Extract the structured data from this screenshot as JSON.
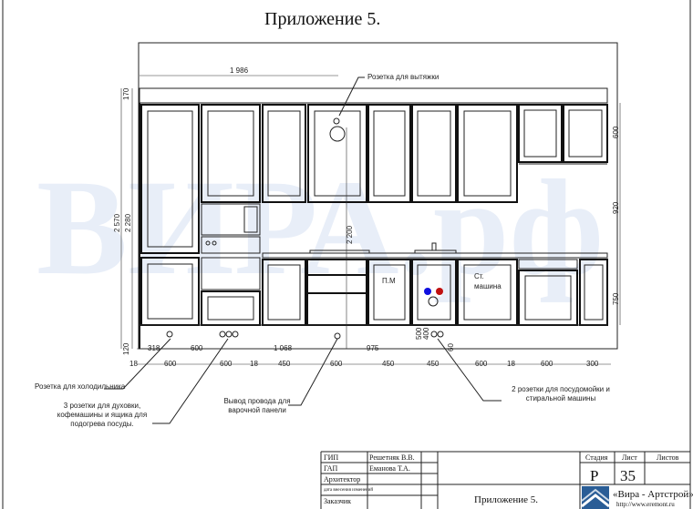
{
  "title": "Приложение 5.",
  "watermark": "ВИРА.рф",
  "callouts": {
    "hood_outlet": "Розетка для вытяжки",
    "fridge_outlet": "Розетка для холодильника",
    "oven_outlets": [
      "3 розетки для духовки,",
      "кофемашины и ящика для",
      "подогрева посуды."
    ],
    "hob_cable": [
      "Вывод провода для",
      "варочной панели"
    ],
    "dishwasher_outlets": [
      "2 розетки для посудомойки и",
      "стиральной машины"
    ]
  },
  "appliance_labels": {
    "dishwasher": "П.М",
    "washer_line1": "Ст.",
    "washer_line2": "машина"
  },
  "dimensions": {
    "top": "1 986",
    "left": [
      "170",
      "2 570",
      "2 280",
      "120"
    ],
    "right": [
      "600",
      "920",
      "750"
    ],
    "center_height": "2 200",
    "pipe_heights": [
      "500",
      "400"
    ],
    "outlet_height": "60",
    "row1": [
      "318",
      "600",
      "1 068",
      "975"
    ],
    "row2": [
      "18",
      "600",
      "600",
      "18",
      "450",
      "600",
      "450",
      "450",
      "600",
      "18",
      "600",
      "300"
    ]
  },
  "colors": {
    "cold_water": "#1010e0",
    "hot_water": "#c01010",
    "watermark": "#e8eef8"
  },
  "title_block": {
    "roles": [
      "ГИП",
      "ГАП",
      "Архитектор",
      "дата внесения изменений",
      "Заказчик"
    ],
    "names": [
      "Решетняк В.В.",
      "Еманова Т.А.",
      "",
      "",
      ""
    ],
    "sheet_title": "Приложение 5.",
    "headers": {
      "stage": "Стадия",
      "sheet": "Лист",
      "sheets": "Листов"
    },
    "stage": "Р",
    "sheet": "35",
    "sheets": "",
    "company": "«Вира - Артстрой»",
    "website": "http://www.eremont.ru"
  }
}
